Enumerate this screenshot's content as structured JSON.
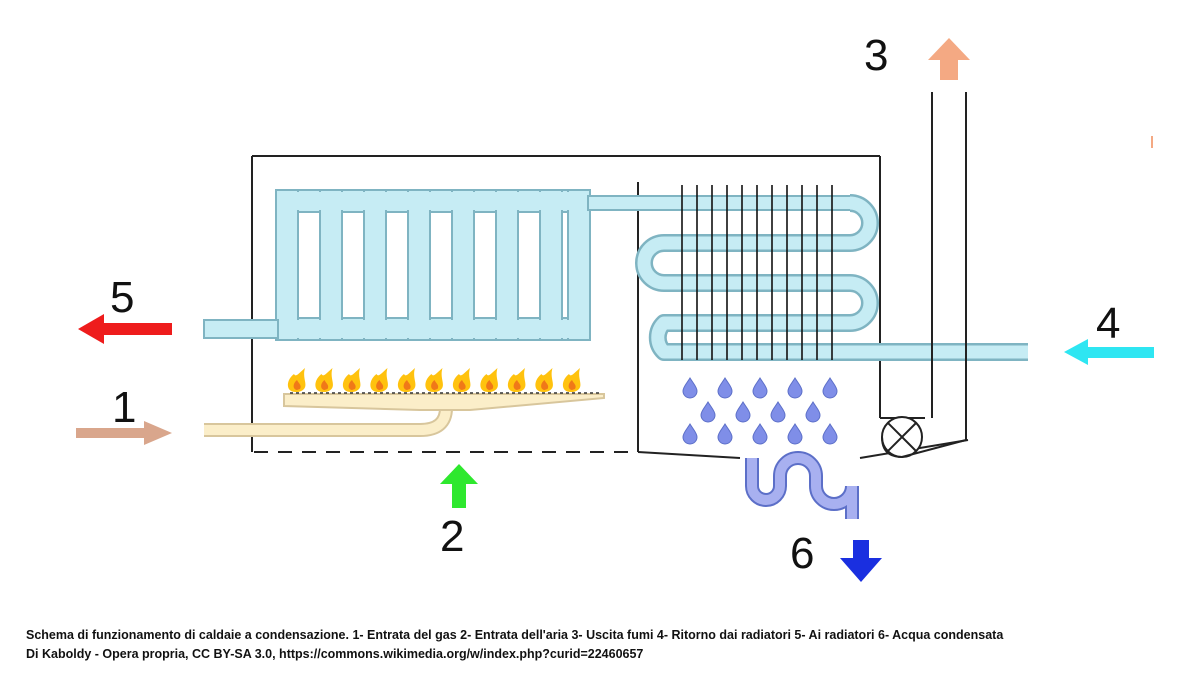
{
  "labels": {
    "gas_inlet": "1",
    "air_inlet": "2",
    "flue_outlet": "3",
    "radiator_return": "4",
    "to_radiators": "5",
    "condensate": "6"
  },
  "caption": {
    "line1": "Schema di funzionamento di caldaie a condensazione. 1- Entrata del gas 2- Entrata dell'aria 3- Uscita fumi 4- Ritorno dai radiatori 5- Ai radiatori 6- Acqua condensata",
    "line2": "Di Kaboldy - Opera propria, CC BY-SA 3.0,  https://commons.wikimedia.org/w/index.php?curid=22460657"
  },
  "colors": {
    "water_pipe": "#c6ecf4",
    "pipe_outline": "#7fb4c2",
    "gas_pipe": "#fbeec9",
    "arrow_gas": "#d9a68c",
    "arrow_air": "#2ee82e",
    "arrow_flue": "#f4a983",
    "arrow_return": "#2ee6f2",
    "arrow_supply": "#ee1c1c",
    "arrow_condensate": "#1a2fe0",
    "drops": "#7f8ee8",
    "condensate_trap": "#a8b0f0",
    "flame_outer": "#ffc20e",
    "flame_inner": "#f07818"
  }
}
